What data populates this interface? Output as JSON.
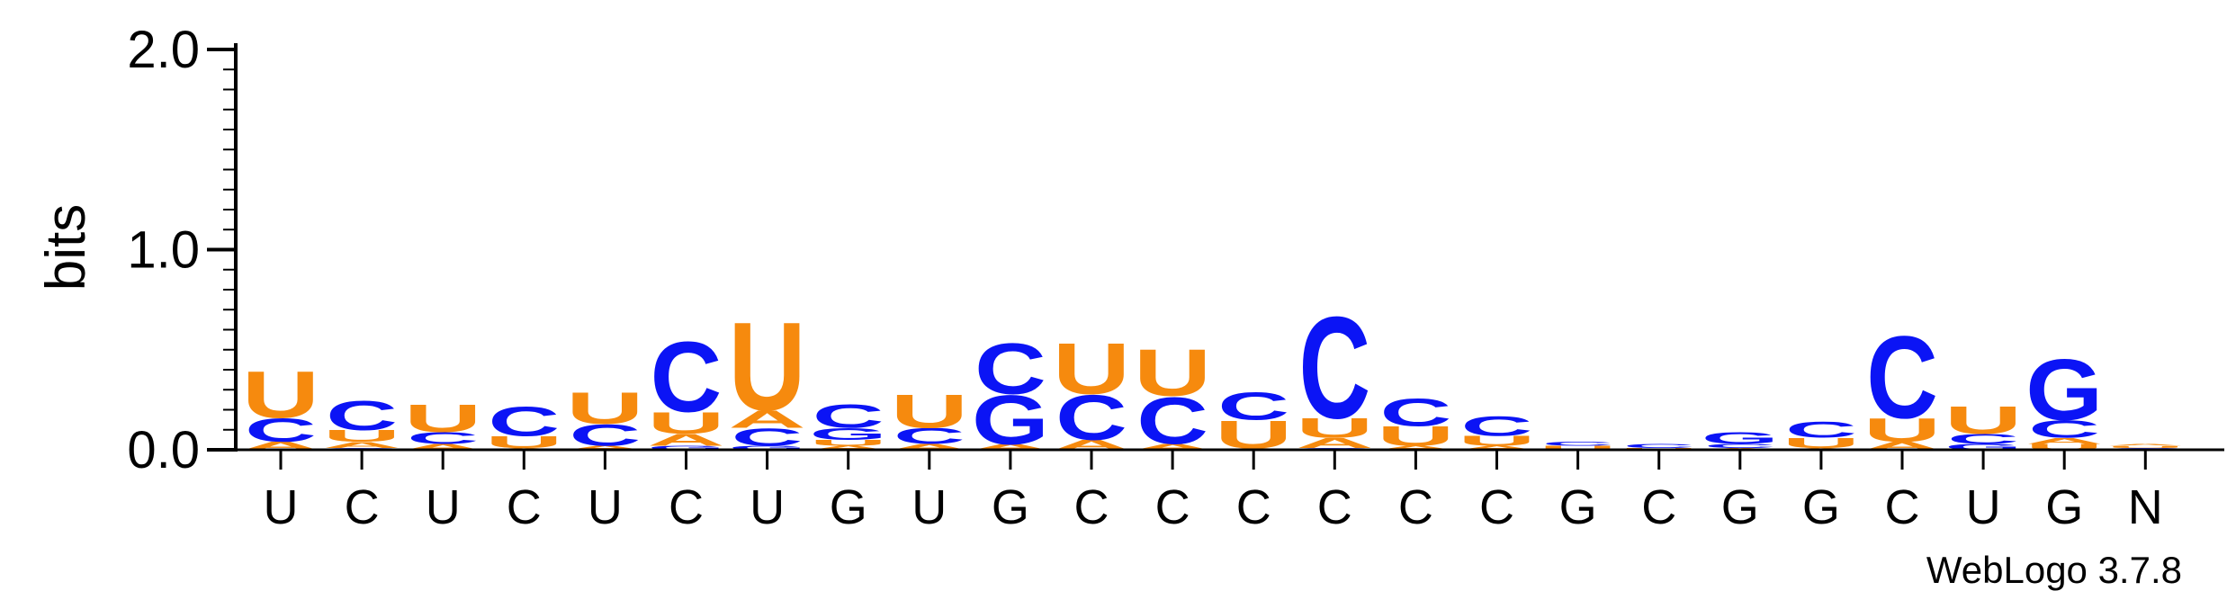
{
  "chart_data": {
    "type": "sequence-logo",
    "ylabel": "bits",
    "ylim": [
      0,
      2.0
    ],
    "yticks": [
      "0.0",
      "1.0",
      "2.0"
    ],
    "xlabels": [
      "U",
      "C",
      "U",
      "C",
      "U",
      "C",
      "U",
      "G",
      "U",
      "G",
      "C",
      "C",
      "C",
      "C",
      "C",
      "C",
      "G",
      "C",
      "G",
      "G",
      "C",
      "U",
      "G",
      "N"
    ],
    "colors": {
      "U": "#f68a0e",
      "A": "#f68a0e",
      "C": "#0b14f5",
      "G": "#0b14f5"
    },
    "stacks": [
      [
        [
          "A",
          0.04
        ],
        [
          "C",
          0.12
        ],
        [
          "U",
          0.24
        ]
      ],
      [
        [
          "G",
          0.01
        ],
        [
          "A",
          0.03
        ],
        [
          "U",
          0.06
        ],
        [
          "C",
          0.15
        ]
      ],
      [
        [
          "A",
          0.03
        ],
        [
          "C",
          0.06
        ],
        [
          "U",
          0.14
        ]
      ],
      [
        [
          "A",
          0.01
        ],
        [
          "U",
          0.06
        ],
        [
          "C",
          0.15
        ]
      ],
      [
        [
          "A",
          0.02
        ],
        [
          "C",
          0.11
        ],
        [
          "U",
          0.16
        ]
      ],
      [
        [
          "G",
          0.02
        ],
        [
          "A",
          0.06
        ],
        [
          "U",
          0.11
        ],
        [
          "C",
          0.36
        ]
      ],
      [
        [
          "G",
          0.02
        ],
        [
          "C",
          0.09
        ],
        [
          "A",
          0.09
        ],
        [
          "U",
          0.45
        ]
      ],
      [
        [
          "A",
          0.02
        ],
        [
          "U",
          0.03
        ],
        [
          "G",
          0.06
        ],
        [
          "C",
          0.12
        ]
      ],
      [
        [
          "A",
          0.03
        ],
        [
          "C",
          0.08
        ],
        [
          "U",
          0.17
        ]
      ],
      [
        [
          "A",
          0.03
        ],
        [
          "G",
          0.25
        ],
        [
          "C",
          0.26
        ]
      ],
      [
        [
          "A",
          0.05
        ],
        [
          "C",
          0.23
        ],
        [
          "U",
          0.26
        ]
      ],
      [
        [
          "A",
          0.03
        ],
        [
          "C",
          0.24
        ],
        [
          "U",
          0.24
        ]
      ],
      [
        [
          "A",
          0.01
        ],
        [
          "U",
          0.14
        ],
        [
          "C",
          0.14
        ]
      ],
      [
        [
          "G",
          0.01
        ],
        [
          "A",
          0.05
        ],
        [
          "U",
          0.1
        ],
        [
          "C",
          0.52
        ]
      ],
      [
        [
          "A",
          0.02
        ],
        [
          "U",
          0.1
        ],
        [
          "C",
          0.14
        ]
      ],
      [
        [
          "A",
          0.02
        ],
        [
          "U",
          0.05
        ],
        [
          "C",
          0.1
        ]
      ],
      [
        [
          "U",
          0.02
        ],
        [
          "C",
          0.02
        ]
      ],
      [
        [
          "U",
          0.01
        ],
        [
          "C",
          0.02
        ]
      ],
      [
        [
          "A",
          0.01
        ],
        [
          "C",
          0.02
        ],
        [
          "G",
          0.06
        ]
      ],
      [
        [
          "A",
          0.01
        ],
        [
          "U",
          0.05
        ],
        [
          "C",
          0.08
        ]
      ],
      [
        [
          "A",
          0.04
        ],
        [
          "U",
          0.12
        ],
        [
          "C",
          0.42
        ]
      ],
      [
        [
          "G",
          0.03
        ],
        [
          "C",
          0.05
        ],
        [
          "U",
          0.14
        ]
      ],
      [
        [
          "U",
          0.03
        ],
        [
          "A",
          0.03
        ],
        [
          "C",
          0.09
        ],
        [
          "G",
          0.31
        ]
      ],
      [
        [
          "C",
          0.01
        ],
        [
          "U",
          0.01
        ],
        [
          "A",
          0.01
        ]
      ]
    ]
  },
  "footer": {
    "credit": "WebLogo 3.7.8"
  }
}
